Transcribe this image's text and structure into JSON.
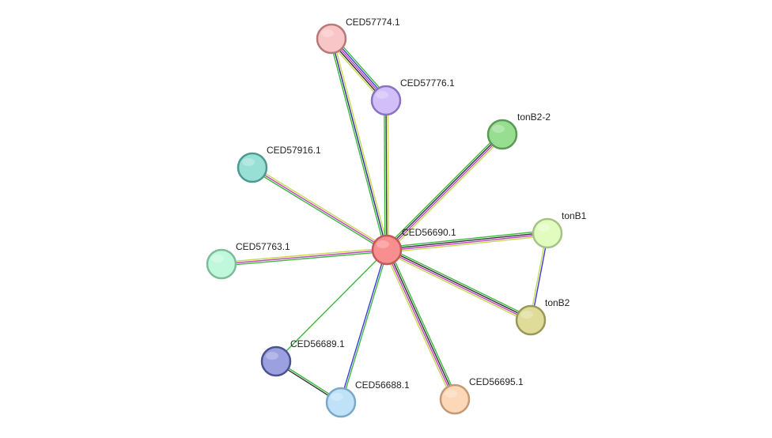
{
  "nodes": [
    {
      "id": "CED56690.1",
      "label": "CED56690.1",
      "fill": "#f98e8e",
      "stroke": "#c25858"
    },
    {
      "id": "CED57774.1",
      "label": "CED57774.1",
      "fill": "#f8c6c6",
      "stroke": "#b87878"
    },
    {
      "id": "CED57776.1",
      "label": "CED57776.1",
      "fill": "#d2bef8",
      "stroke": "#8a72c2"
    },
    {
      "id": "tonB2-2",
      "label": "tonB2-2",
      "fill": "#98de90",
      "stroke": "#5a9a54"
    },
    {
      "id": "CED57916.1",
      "label": "CED57916.1",
      "fill": "#98e0d6",
      "stroke": "#4c9a90"
    },
    {
      "id": "tonB1",
      "label": "tonB1",
      "fill": "#e2fcc0",
      "stroke": "#a4c486"
    },
    {
      "id": "CED57763.1",
      "label": "CED57763.1",
      "fill": "#c0f8dc",
      "stroke": "#7cbc9a"
    },
    {
      "id": "tonB2",
      "label": "tonB2",
      "fill": "#dedc98",
      "stroke": "#9a9858"
    },
    {
      "id": "CED56689.1",
      "label": "CED56689.1",
      "fill": "#9aa0e0",
      "stroke": "#4c5290"
    },
    {
      "id": "CED56688.1",
      "label": "CED56688.1",
      "fill": "#c0e2f8",
      "stroke": "#7aa8c8"
    },
    {
      "id": "CED56695.1",
      "label": "CED56695.1",
      "fill": "#fcd8b8",
      "stroke": "#c49a76"
    }
  ],
  "edges": [
    {
      "source": "CED56690.1",
      "target": "CED57774.1",
      "colors": [
        "#3cb83c",
        "#2a2a8a",
        "#c8d850"
      ]
    },
    {
      "source": "CED56690.1",
      "target": "CED57776.1",
      "colors": [
        "#3cb83c",
        "#333333",
        "#c8d850"
      ]
    },
    {
      "source": "CED57774.1",
      "target": "CED57776.1",
      "colors": [
        "#3cb83c",
        "#3a3ad8",
        "#c040c0",
        "#2a2a2a",
        "#c8d850"
      ]
    },
    {
      "source": "CED56690.1",
      "target": "tonB2-2",
      "colors": [
        "#3cb83c",
        "#333333",
        "#c040c0",
        "#c8d850"
      ]
    },
    {
      "source": "CED56690.1",
      "target": "CED57916.1",
      "colors": [
        "#3cb83c",
        "#c040c0",
        "#c8d850"
      ]
    },
    {
      "source": "CED56690.1",
      "target": "tonB1",
      "colors": [
        "#3cb83c",
        "#333333",
        "#c040c0",
        "#c8d850"
      ]
    },
    {
      "source": "CED56690.1",
      "target": "CED57763.1",
      "colors": [
        "#3cb83c",
        "#c040c0",
        "#c8d850"
      ]
    },
    {
      "source": "CED56690.1",
      "target": "tonB2",
      "colors": [
        "#3cb83c",
        "#333333",
        "#c040c0",
        "#c8d850"
      ]
    },
    {
      "source": "tonB1",
      "target": "tonB2",
      "colors": [
        "#3a3ad8",
        "#c8d850"
      ]
    },
    {
      "source": "CED56690.1",
      "target": "CED56689.1",
      "colors": [
        "#3cb83c"
      ]
    },
    {
      "source": "CED56690.1",
      "target": "CED56688.1",
      "colors": [
        "#3cb83c",
        "#3a3ad8"
      ]
    },
    {
      "source": "CED56689.1",
      "target": "CED56688.1",
      "colors": [
        "#3cb83c",
        "#333333"
      ]
    },
    {
      "source": "CED56690.1",
      "target": "CED56695.1",
      "colors": [
        "#3cb83c",
        "#333333",
        "#c040c0",
        "#c8d850"
      ]
    }
  ]
}
